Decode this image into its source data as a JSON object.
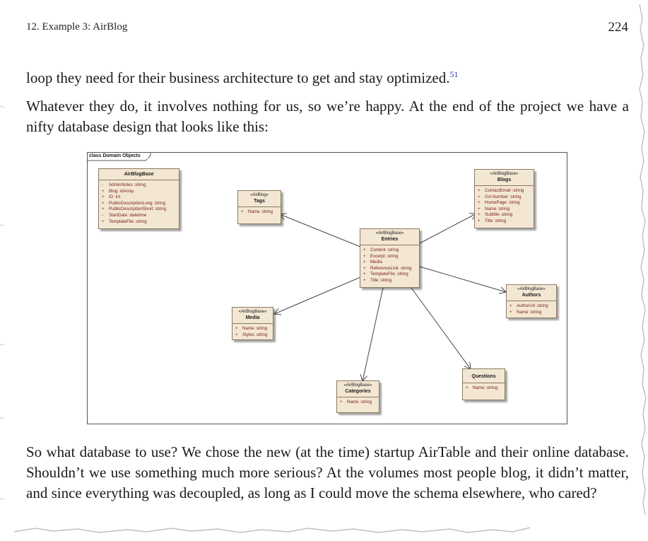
{
  "running_head": "12. Example 3: AirBlog",
  "page_number": "224",
  "paragraphs": {
    "p1": "loop they need for their business architecture to get and stay optimized.",
    "p1_footnote": "51",
    "p2": "Whatever they do, it involves nothing for us, so we’re happy. At the end of the project we have a nifty database design that looks like this:",
    "p3": "So what database to use? We chose the new (at the time) startup AirTable and their online database. Shouldn’t we use something much more serious? At the volumes most people blog, it didn’t matter, and since everything was decoupled, as long as I could move the schema elsewhere, who cared?"
  },
  "diagram": {
    "frame_label": "class Domain Objects",
    "classes": {
      "airblogbase": {
        "name": "AirBlogBase",
        "attributes": [
          {
            "vis": "-",
            "text": "AdminNotes :string"
          },
          {
            "vis": "+",
            "text": "Blog :idArray"
          },
          {
            "vis": "+",
            "text": "ID :int"
          },
          {
            "vis": "+",
            "text": "PublicDescriptionLong :string"
          },
          {
            "vis": "+",
            "text": "PublicDescriptionShort :string"
          },
          {
            "vis": "-",
            "text": "StartDate :datetime"
          },
          {
            "vis": "+",
            "text": "TemplateFile :string"
          }
        ]
      },
      "tags": {
        "stereotype": "«AirBlog»",
        "name": "Tags",
        "attributes": [
          {
            "vis": "+",
            "text": "Name :string"
          }
        ]
      },
      "blogs": {
        "stereotype": "«AirBlogBase»",
        "name": "Blogs",
        "attributes": [
          {
            "vis": "+",
            "text": "ContactEmail :string"
          },
          {
            "vis": "+",
            "text": "GA-Number :string"
          },
          {
            "vis": "+",
            "text": "HomePage :string"
          },
          {
            "vis": "+",
            "text": "Name :string"
          },
          {
            "vis": "+",
            "text": "Subtitle :string"
          },
          {
            "vis": "+",
            "text": "Title :string"
          }
        ]
      },
      "entries": {
        "stereotype": "«AirBlogBase»",
        "name": "Entries",
        "attributes": [
          {
            "vis": "+",
            "text": "Content :string"
          },
          {
            "vis": "+",
            "text": "Excerpt :string"
          },
          {
            "vis": "+",
            "text": "Media"
          },
          {
            "vis": "+",
            "text": "ReferenceLink :string"
          },
          {
            "vis": "+",
            "text": "TemplateFile :string"
          },
          {
            "vis": "+",
            "text": "Title :string"
          }
        ]
      },
      "authors": {
        "stereotype": "«AirBlogBase»",
        "name": "Authors",
        "attributes": [
          {
            "vis": "+",
            "text": "AuthorUrl :string"
          },
          {
            "vis": "+",
            "text": "Name :string"
          }
        ]
      },
      "media": {
        "stereotype": "«AirBlogBase»",
        "name": "Media",
        "attributes": [
          {
            "vis": "+",
            "text": "Name :string"
          },
          {
            "vis": "+",
            "text": "Styles :string"
          }
        ]
      },
      "questions": {
        "name": "Questions",
        "attributes": [
          {
            "vis": "+",
            "text": "Name :string"
          }
        ]
      },
      "categories": {
        "stereotype": "«AirBlogBase»",
        "name": "Categories",
        "attributes": [
          {
            "vis": "+",
            "text": "Name :string"
          }
        ]
      }
    }
  }
}
